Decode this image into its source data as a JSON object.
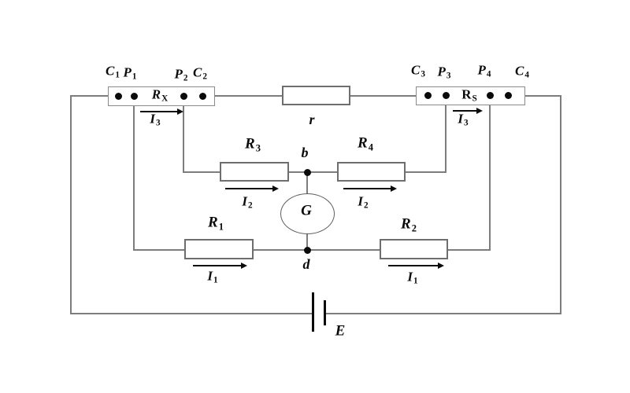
{
  "colors": {
    "wire": "#7d7d7d",
    "component_border": "#6e6e6e",
    "ink": "#0a0a0a",
    "background": "#ffffff"
  },
  "labels": {
    "c1": {
      "main": "C",
      "sub": "1"
    },
    "p1": {
      "main": "P",
      "sub": "1"
    },
    "p2": {
      "main": "P",
      "sub": "2"
    },
    "c2": {
      "main": "C",
      "sub": "2"
    },
    "c3": {
      "main": "C",
      "sub": "3"
    },
    "p3": {
      "main": "P",
      "sub": "3"
    },
    "p4": {
      "main": "P",
      "sub": "4"
    },
    "c4": {
      "main": "C",
      "sub": "4"
    },
    "rx": {
      "main": "R",
      "sub": "X"
    },
    "rs": {
      "main": "R",
      "sub": "S"
    },
    "r": {
      "main": "r"
    },
    "r1": {
      "main": "R",
      "sub": "1"
    },
    "r2": {
      "main": "R",
      "sub": "2"
    },
    "r3": {
      "main": "R",
      "sub": "3"
    },
    "r4": {
      "main": "R",
      "sub": "4"
    },
    "i1": {
      "main": "I",
      "sub": "1"
    },
    "i2": {
      "main": "I",
      "sub": "2"
    },
    "i3": {
      "main": "I",
      "sub": "3"
    },
    "node_b": {
      "main": "b"
    },
    "node_d": {
      "main": "d"
    },
    "galvanometer": {
      "main": "G"
    },
    "battery": {
      "main": "E"
    }
  }
}
